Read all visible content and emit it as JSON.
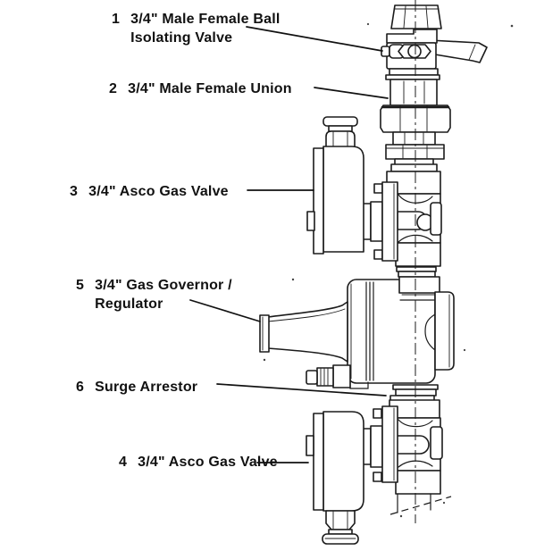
{
  "figure": {
    "description": "Gas train assembly line drawing with numbered callouts",
    "background_color": "#ffffff",
    "line_color": "#1b1b1b",
    "text_color": "#111111"
  },
  "callouts": [
    {
      "num": "1",
      "lines": [
        "3/4\" Male Female Ball",
        "Isolating Valve"
      ]
    },
    {
      "num": "2",
      "lines": [
        "3/4\" Male Female Union"
      ]
    },
    {
      "num": "3",
      "lines": [
        "3/4\" Asco Gas Valve"
      ]
    },
    {
      "num": "5",
      "lines": [
        "3/4\" Gas Governor /",
        "Regulator"
      ]
    },
    {
      "num": "6",
      "lines": [
        "Surge Arrestor"
      ]
    },
    {
      "num": "4",
      "lines": [
        "3/4\" Asco Gas Valve"
      ]
    }
  ]
}
